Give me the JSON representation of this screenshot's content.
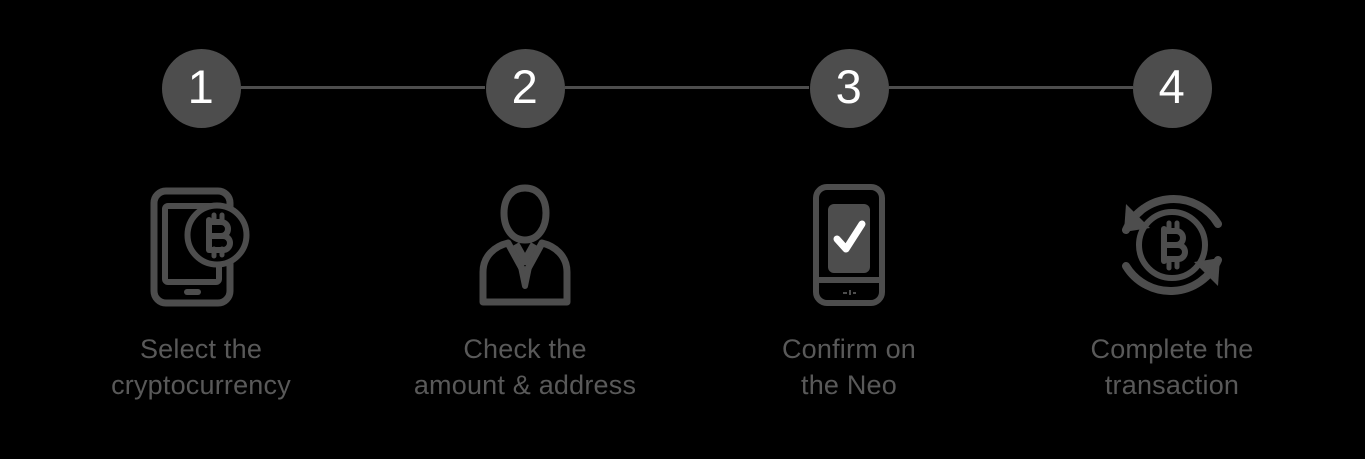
{
  "theme": {
    "background": "#000000",
    "accent": "#4d4d4d",
    "number_color": "#ffffff",
    "caption_color": "#595959",
    "connector_color": "#4d4d4d"
  },
  "progress": {
    "total_steps": 4,
    "connectors": 3
  },
  "steps": [
    {
      "number": "1",
      "icon": "phone-bitcoin-icon",
      "caption": "Select the\ncryptocurrency"
    },
    {
      "number": "2",
      "icon": "person-business-icon",
      "caption": "Check the\namount & address"
    },
    {
      "number": "3",
      "icon": "hardware-wallet-check-icon",
      "caption": "Confirm on\nthe Neo"
    },
    {
      "number": "4",
      "icon": "bitcoin-exchange-arrows-icon",
      "caption": "Complete the\ntransaction"
    }
  ]
}
